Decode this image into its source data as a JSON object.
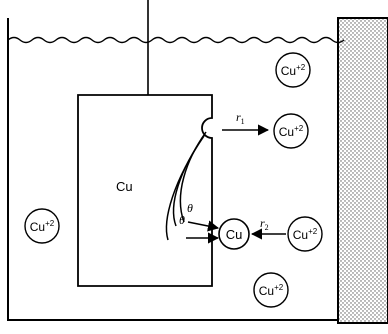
{
  "electrode": {
    "label": "Cu"
  },
  "ions": [
    {
      "id": "ion-top-right",
      "base": "Cu",
      "charge": "+2"
    },
    {
      "id": "ion-right-upper",
      "base": "Cu",
      "charge": "+2"
    },
    {
      "id": "ion-left",
      "base": "Cu",
      "charge": "+2"
    },
    {
      "id": "ion-right-lower",
      "base": "Cu",
      "charge": "+2"
    },
    {
      "id": "ion-bottom",
      "base": "Cu",
      "charge": "+2"
    }
  ],
  "adatom": {
    "label": "Cu"
  },
  "rate_labels": {
    "r1": {
      "symbol": "r",
      "sub": "1"
    },
    "r2": {
      "symbol": "r",
      "sub": "2"
    }
  },
  "angle_labels": {
    "theta_upper": "θ",
    "theta_lower": "θ"
  }
}
